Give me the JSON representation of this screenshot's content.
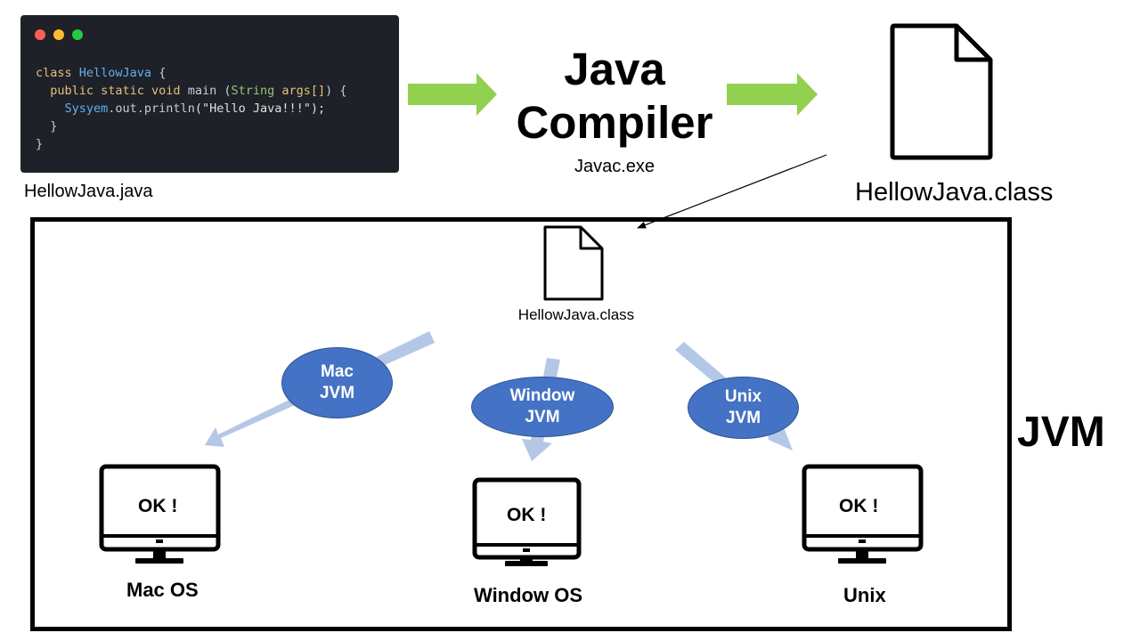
{
  "code_window": {
    "lines": [
      [
        {
          "t": "class ",
          "c": "#e5c07b"
        },
        {
          "t": "HellowJava",
          "c": "#61afef"
        },
        {
          "t": " {",
          "c": "#c8ccd4"
        }
      ],
      [
        {
          "t": "  public static void ",
          "c": "#e5c07b"
        },
        {
          "t": "main ",
          "c": "#c8ccd4"
        },
        {
          "t": "(",
          "c": "#c8ccd4"
        },
        {
          "t": "String ",
          "c": "#98c379"
        },
        {
          "t": "args[]",
          "c": "#e5c07b"
        },
        {
          "t": ") {",
          "c": "#c8ccd4"
        }
      ],
      [
        {
          "t": "    Sysyem",
          "c": "#61afef"
        },
        {
          "t": ".out.",
          "c": "#c8ccd4"
        },
        {
          "t": "println",
          "c": "#c8ccd4"
        },
        {
          "t": "(\"Hello Java!!!\");",
          "c": "#e0e0e0"
        }
      ],
      [
        {
          "t": "  }",
          "c": "#c8ccd4"
        }
      ],
      [
        {
          "t": "}",
          "c": "#c8ccd4"
        }
      ]
    ]
  },
  "source_file_label": "HellowJava.java",
  "compiler": {
    "title_line1": "Java",
    "title_line2": "Compiler",
    "exe": "Javac.exe"
  },
  "class_file_label": "HellowJava.class",
  "jvm": {
    "label": "JVM",
    "class_file_label": "HellowJava.class",
    "targets": [
      {
        "jvm_line1": "Mac",
        "jvm_line2": "JVM",
        "screen_text": "OK !",
        "os": "Mac OS"
      },
      {
        "jvm_line1": "Window",
        "jvm_line2": "JVM",
        "screen_text": "OK !",
        "os": "Window OS"
      },
      {
        "jvm_line1": "Unix",
        "jvm_line2": "JVM",
        "screen_text": "OK !",
        "os": "Unix"
      }
    ]
  },
  "colors": {
    "code_bg": "#1e2127",
    "dot_red": "#ff5f57",
    "dot_yellow": "#febc2e",
    "dot_green": "#28c840",
    "flow_arrow": "#92d050",
    "jvm_arrow": "#b4c7e7",
    "ellipse_fill": "#4472c4"
  },
  "icons": {
    "file": "document-icon",
    "computer": "monitor-icon"
  }
}
